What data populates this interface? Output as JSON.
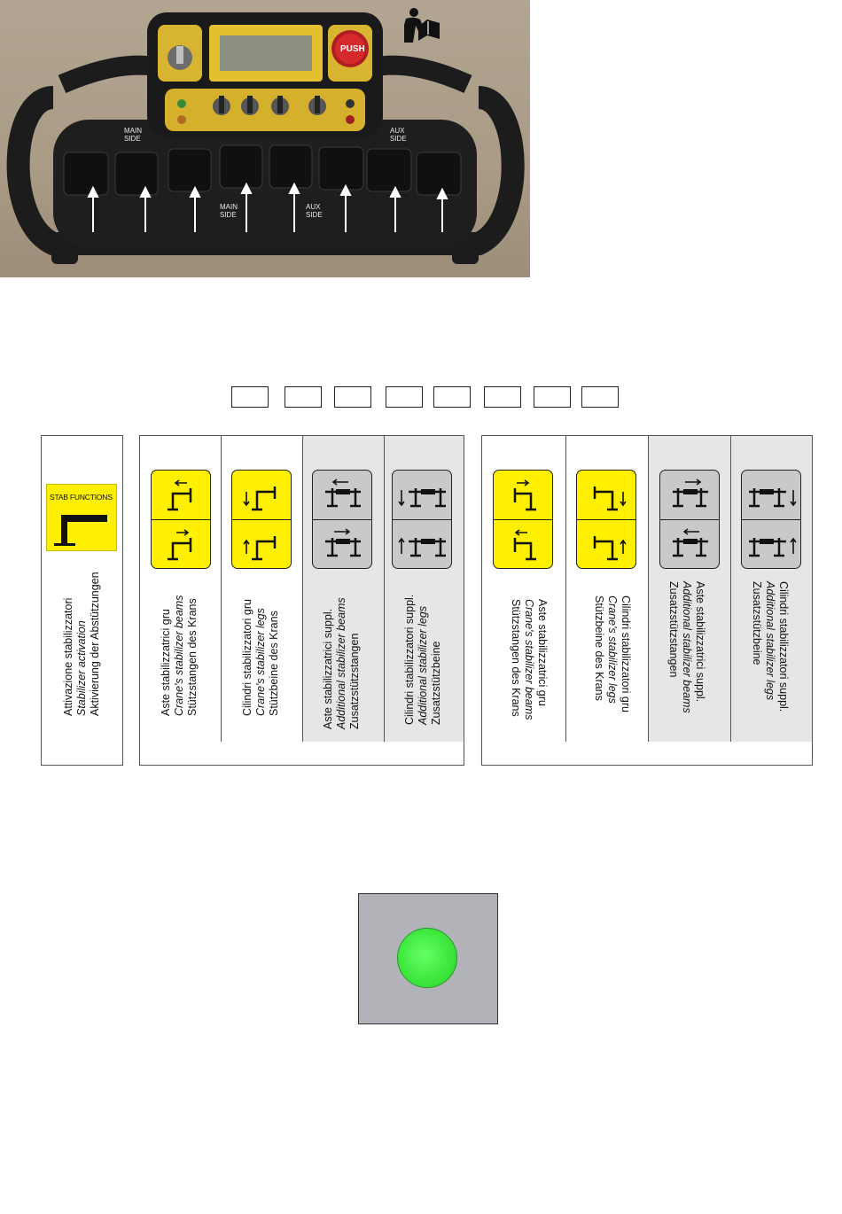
{
  "header": {
    "icon": "manual-reading-icon"
  },
  "photo": {
    "push_label": "PUSH",
    "main_side": [
      "MAIN",
      "SIDE"
    ],
    "aux_side": [
      "AUX",
      "SIDE"
    ]
  },
  "left_panel": {
    "badge_title": "STAB FUNCTIONS",
    "lines": [
      "Attivazione stabilizzatori",
      "Stabilizer activation",
      "Aktivierung der Abstützungen"
    ]
  },
  "main_panel": [
    {
      "color": "yellow",
      "lines": [
        "Aste stabilizzatrici gru",
        "Crane's stabilizer beams",
        "Stützstangen des Krans"
      ]
    },
    {
      "color": "yellow",
      "lines": [
        "Cilindri stabilizzatori gru",
        "Crane's stabilizer legs",
        "Stützbeine des Krans"
      ]
    },
    {
      "color": "grey",
      "lines": [
        "Aste stabilizzatrici suppl.",
        "Additional stabilizer beams",
        "Zusatzstützstangen"
      ]
    },
    {
      "color": "grey",
      "lines": [
        "Cilindri stabilizzatori suppl.",
        "Additional stabilizer legs",
        "Zusatzstützbeine"
      ]
    }
  ],
  "aux_panel": [
    {
      "color": "yellow",
      "lines": [
        "Aste stabilizzatrici gru",
        "Crane's stabilizer beams",
        "Stützstangen des Krans"
      ]
    },
    {
      "color": "yellow",
      "lines": [
        "Cilindri stabilizzatori gru",
        "Crane's stabilizer legs",
        "Stützbeine des Krans"
      ]
    },
    {
      "color": "grey",
      "lines": [
        "Aste stabilizzatrici suppl.",
        "Additional stabilizer beams",
        "Zusatzstützstangen"
      ]
    },
    {
      "color": "grey",
      "lines": [
        "Cilindri stabilizzatori suppl.",
        "Additional stabilizer legs",
        "Zusatzstützbeine"
      ]
    }
  ],
  "colors": {
    "yellow": "#ffef00",
    "grey": "#c9c9c9",
    "lamp_green": "#3ee83e",
    "lamp_bg": "#b2b2b9"
  }
}
